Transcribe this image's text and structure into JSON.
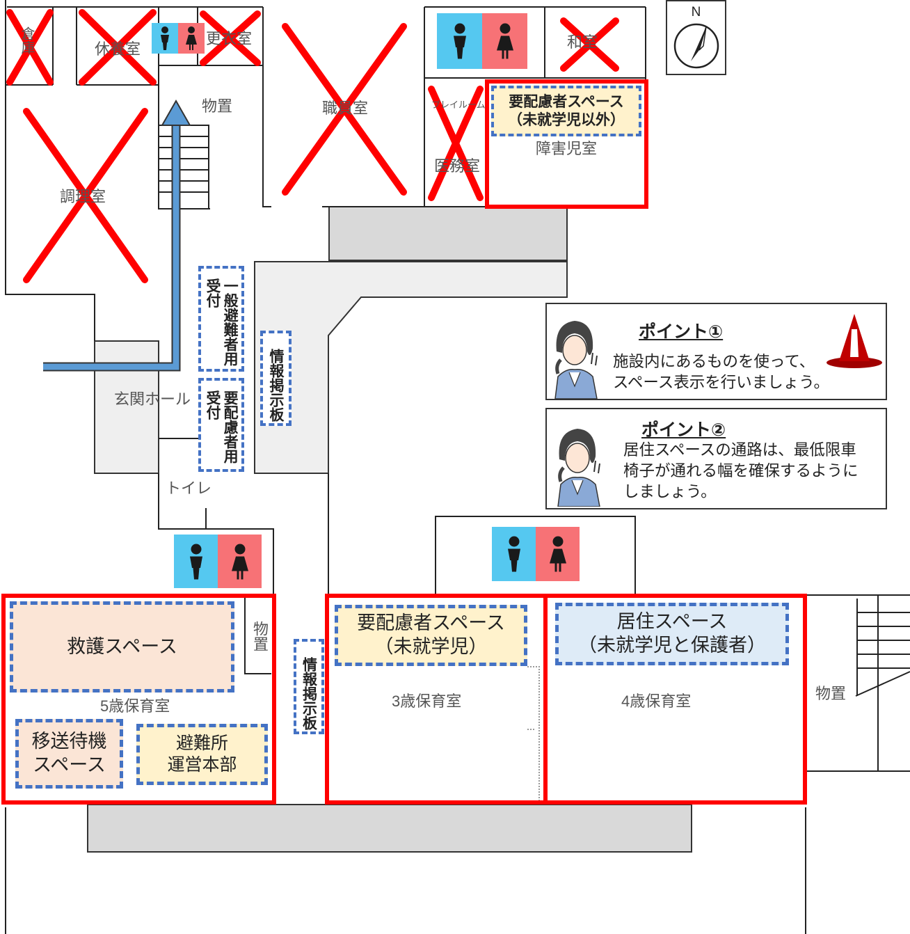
{
  "colors": {
    "red_frame": "#ff0000",
    "blue_dash": "#4472c4",
    "rescue_fill": "#fbe5d6",
    "care_fill": "#fff2cc",
    "living_fill": "#deebf7",
    "male_wc": "#55c8f0",
    "female_wc": "#f77276",
    "arrow": "#5b9bd5",
    "corridor": "#d9d9d9"
  },
  "compass": {
    "label": "N"
  },
  "rooms": {
    "storage_top": "倉庫",
    "lounge": "休養室",
    "changing": "更衣室",
    "supplies_top": "物置",
    "staff": "職員室",
    "playroom": "プレイルーム",
    "japanese": "和室",
    "nurse": "医務室",
    "disabled_child": "障害児室",
    "cooking": "調理室",
    "entrance_hall": "玄関ホール",
    "toilet": "トイレ",
    "supplies_mid": "物置",
    "age5": "5歳保育室",
    "age3": "3歳保育室",
    "age4": "4歳保育室",
    "supplies_right": "物置"
  },
  "zones": {
    "care_top": {
      "line1": "要配慮者スペース",
      "line2": "（未就学児以外）"
    },
    "general_reception": {
      "col1": "一般避難者用",
      "col2": "受付"
    },
    "care_reception": {
      "col1": "要配慮者用",
      "col2": "受付"
    },
    "bulletin_upper": "情報掲示板",
    "bulletin_lower": "情報掲示板",
    "rescue": "救護スペース",
    "transfer": {
      "line1": "移送待機",
      "line2": "スペース"
    },
    "hq": {
      "line1": "避難所",
      "line2": "運営本部"
    },
    "care_preschool": {
      "line1": "要配慮者スペース",
      "line2": "（未就学児）"
    },
    "living": {
      "line1": "居住スペース",
      "line2": "（未就学児と保護者）"
    }
  },
  "points": [
    {
      "title": "ポイント①",
      "lines": [
        "施設内にあるものを使って、",
        "スペース表示を行いましょう。"
      ],
      "icon": "traffic-cone-icon"
    },
    {
      "title": "ポイント②",
      "lines": [
        "居住スペースの通路は、最低限車",
        "椅子が通れる幅を確保するように",
        "しましょう。"
      ],
      "icon": "teacher-pointing-icon"
    }
  ]
}
